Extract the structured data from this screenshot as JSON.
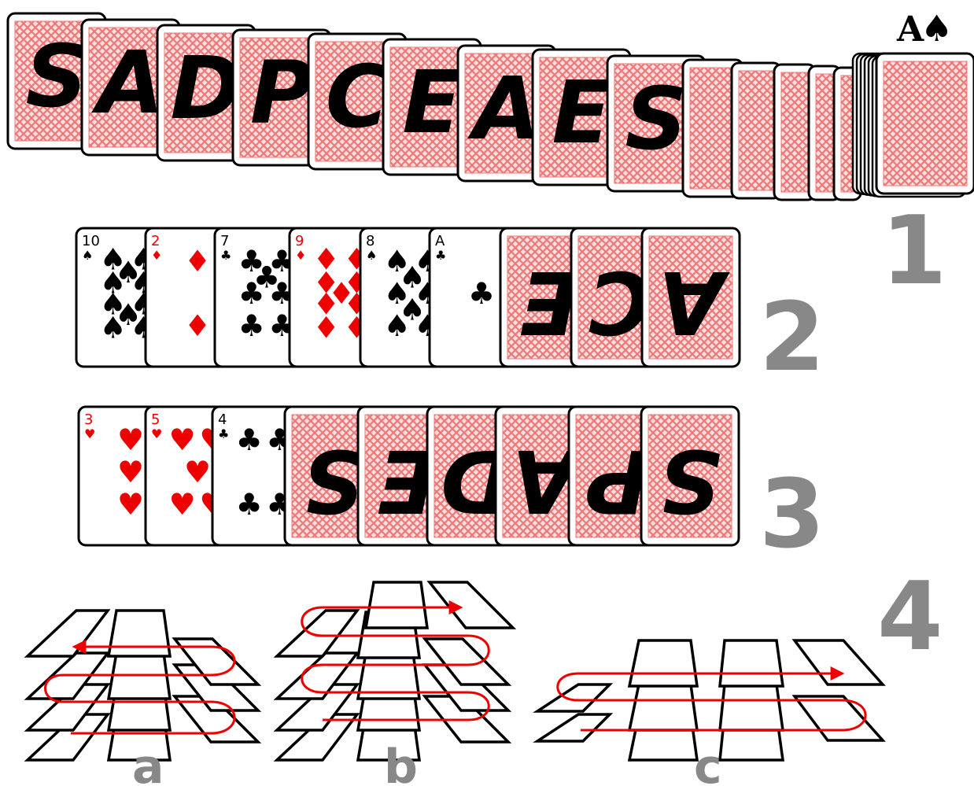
{
  "colors": {
    "card_back": "#ee7777",
    "card_back_light": "#ffdede",
    "red_suit": "#ee0000",
    "black_suit": "#000000",
    "step_number": "#888888",
    "path_arrow": "#ee0000"
  },
  "ace_label": {
    "rank": "A",
    "suit": "♠"
  },
  "row1": {
    "number": "1",
    "letters": [
      "S",
      "A",
      "D",
      "P",
      "C",
      "E",
      "A",
      "E",
      "S",
      "",
      "",
      "",
      "",
      ""
    ]
  },
  "row2": {
    "number": "2",
    "face_cards": [
      {
        "rank": "10",
        "suit": "♠",
        "color": "black"
      },
      {
        "rank": "2",
        "suit": "♦",
        "color": "red"
      },
      {
        "rank": "7",
        "suit": "♣",
        "color": "black"
      },
      {
        "rank": "9",
        "suit": "♦",
        "color": "red"
      },
      {
        "rank": "8",
        "suit": "♠",
        "color": "black"
      },
      {
        "rank": "A",
        "suit": "♣",
        "color": "black"
      }
    ],
    "back_letters": [
      "E",
      "C",
      "A"
    ]
  },
  "row3": {
    "number": "3",
    "face_cards": [
      {
        "rank": "3",
        "suit": "♥",
        "color": "red"
      },
      {
        "rank": "5",
        "suit": "♥",
        "color": "red"
      },
      {
        "rank": "4",
        "suit": "♣",
        "color": "black"
      }
    ],
    "back_letters": [
      "S",
      "E",
      "D",
      "A",
      "P",
      "S"
    ]
  },
  "row4": {
    "number": "4",
    "labels": [
      "a",
      "b",
      "c"
    ]
  }
}
